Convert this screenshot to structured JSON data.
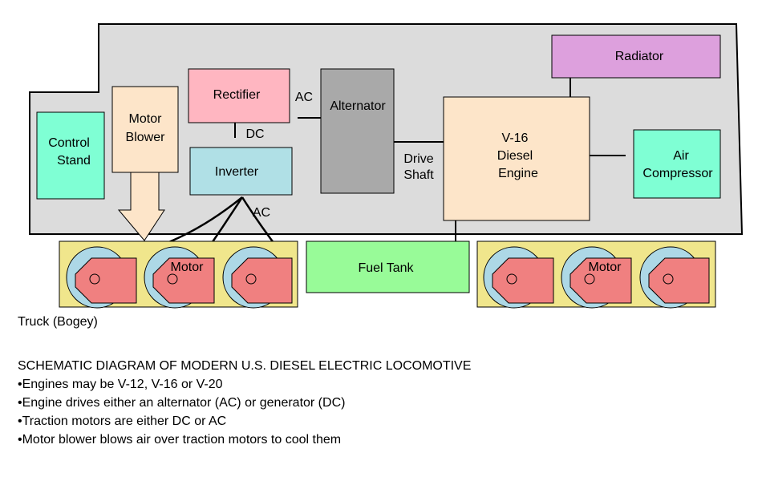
{
  "diagram": {
    "components": {
      "control_stand": [
        "Control",
        "Stand"
      ],
      "motor_blower": [
        "Motor",
        "Blower"
      ],
      "rectifier": "Rectifier",
      "inverter": "Inverter",
      "alternator": "Alternator",
      "engine": [
        "V-16",
        "Diesel",
        "Engine"
      ],
      "radiator": "Radiator",
      "air_compressor": [
        "Air",
        "Compressor"
      ],
      "fuel_tank": "Fuel Tank"
    },
    "connections": {
      "ac_rectifier": "AC",
      "dc": "DC",
      "ac_inverter": "AC",
      "drive_shaft": [
        "Drive",
        "Shaft"
      ]
    },
    "trucks": {
      "motor_label_left": "Motor",
      "motor_label_right": "Motor",
      "caption": "Truck (Bogey)"
    },
    "colors": {
      "body": "#dcdcdc",
      "control_stand": "#7fffd4",
      "motor_blower": "#fde5c9",
      "rectifier": "#ffb6c1",
      "inverter": "#b0e0e6",
      "alternator": "#a9a9a9",
      "engine": "#fde5c9",
      "radiator": "#dda0dd",
      "air_compressor": "#7fffd4",
      "fuel_tank": "#98fb98",
      "truck": "#f0e68c",
      "wheel": "#add8e6",
      "motor": "#f08080"
    }
  },
  "notes": {
    "title": "SCHEMATIC DIAGRAM OF MODERN U.S. DIESEL ELECTRIC LOCOMOTIVE",
    "bullets": [
      "•Engines may be V-12, V-16 or V-20",
      "•Engine drives either an alternator (AC) or generator (DC)",
      "•Traction motors are either DC or AC",
      "•Motor blower blows air over traction motors to cool them"
    ]
  }
}
